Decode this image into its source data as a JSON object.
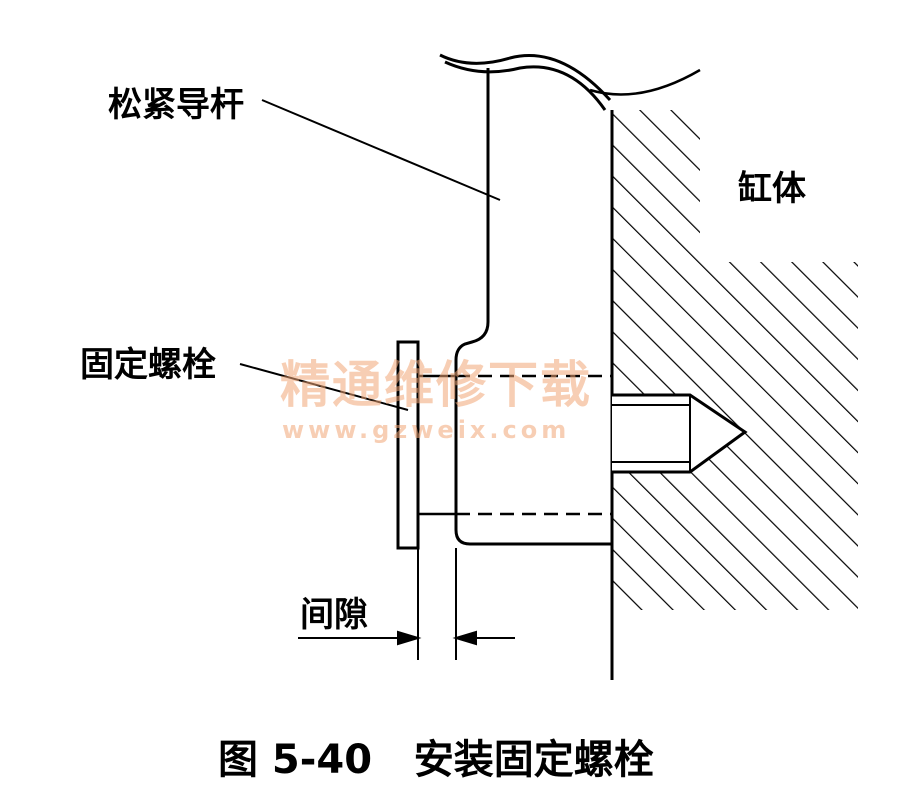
{
  "labels": {
    "guide_rod": "松紧导杆",
    "cylinder_block": "缸体",
    "fixing_bolt": "固定螺栓",
    "clearance": "间隙"
  },
  "caption": "图 5-40   安装固定螺栓",
  "watermark": {
    "title": "精通维修下载",
    "url": "www.gzweix.com",
    "color": "#f2a777"
  }
}
